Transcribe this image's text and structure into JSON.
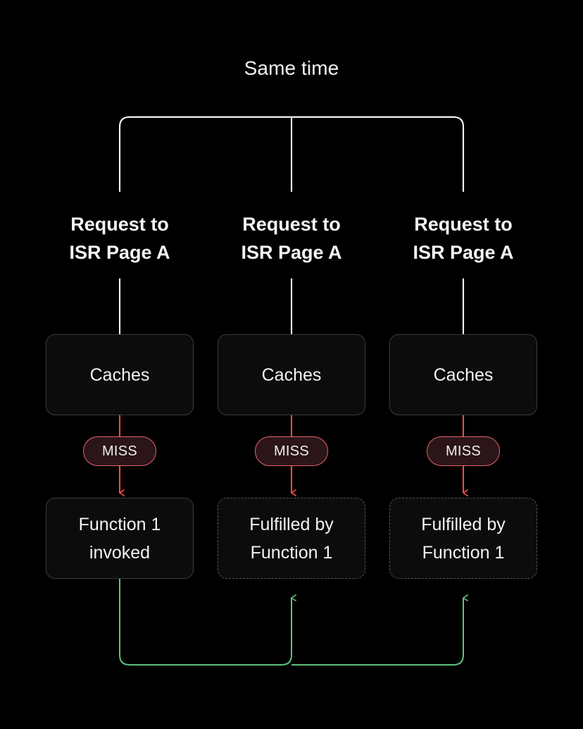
{
  "diagram": {
    "title": "Same time",
    "background_color": "#000000",
    "colors": {
      "line_white": "#ffffff",
      "line_red": "#ef4a4f",
      "line_green": "#5ec27a",
      "box_border": "#3a3a3a",
      "box_dashed_border": "#565656",
      "box_fill": "#0c0c0c",
      "miss_fill": "#2b1518",
      "miss_border": "#e8636b",
      "text": "#f3f3f3"
    },
    "columns": [
      {
        "id": "col-1",
        "header": "Request to\nISR Page A",
        "cache_label": "Caches",
        "badge_label": "MISS",
        "outcome_label": "Function 1\ninvoked",
        "outcome_style": "solid"
      },
      {
        "id": "col-2",
        "header": "Request to\nISR Page A",
        "cache_label": "Caches",
        "badge_label": "MISS",
        "outcome_label": "Fulfilled by\nFunction 1",
        "outcome_style": "dashed"
      },
      {
        "id": "col-3",
        "header": "Request to\nISR Page A",
        "cache_label": "Caches",
        "badge_label": "MISS",
        "outcome_label": "Fulfilled by\nFunction 1",
        "outcome_style": "dashed"
      }
    ]
  }
}
